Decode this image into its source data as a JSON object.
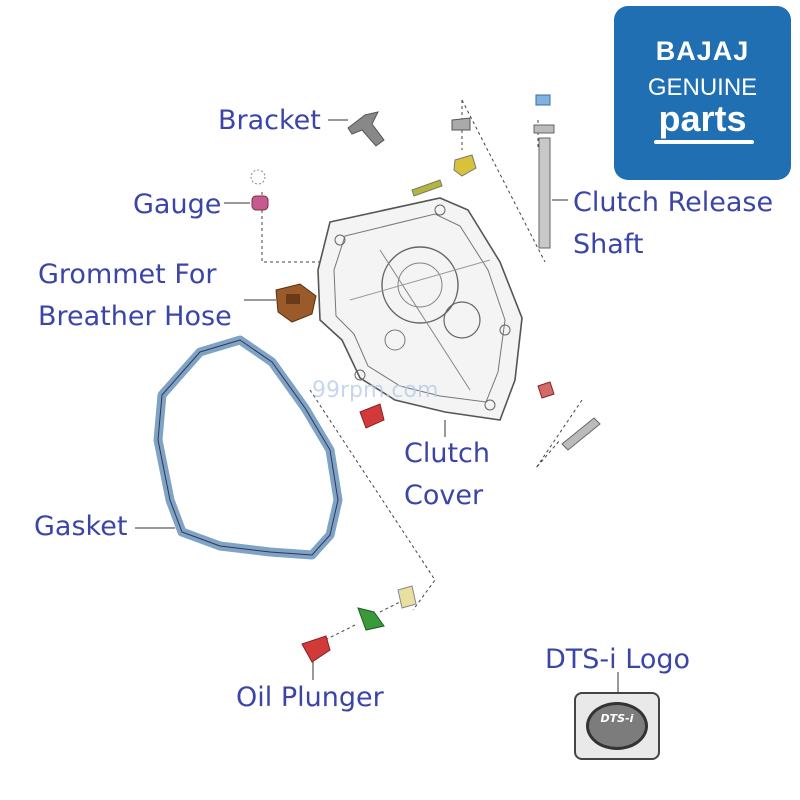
{
  "brand": {
    "line1": "BAJAJ",
    "line2": "GENUINE",
    "line3": "parts"
  },
  "labels": {
    "bracket": "Bracket",
    "gauge": "Gauge",
    "grommet_line1": "Grommet For",
    "grommet_line2": "Breather Hose",
    "gasket": "Gasket",
    "clutch_release_line1": "Clutch Release",
    "clutch_release_line2": "Shaft",
    "clutch_cover_line1": "Clutch",
    "clutch_cover_line2": "Cover",
    "oil_plunger": "Oil Plunger",
    "dts_logo": "DTS-i Logo"
  },
  "badge_text": "DTS-i",
  "watermark": "99rpm.com",
  "colors": {
    "label": "#3b45a8",
    "brand_bg": "#1f6fb2",
    "gasket": "#7ea3c4",
    "grommet": "#9a5a2a",
    "plunger": "#d23a3a",
    "spring": "#3a9a3a"
  }
}
